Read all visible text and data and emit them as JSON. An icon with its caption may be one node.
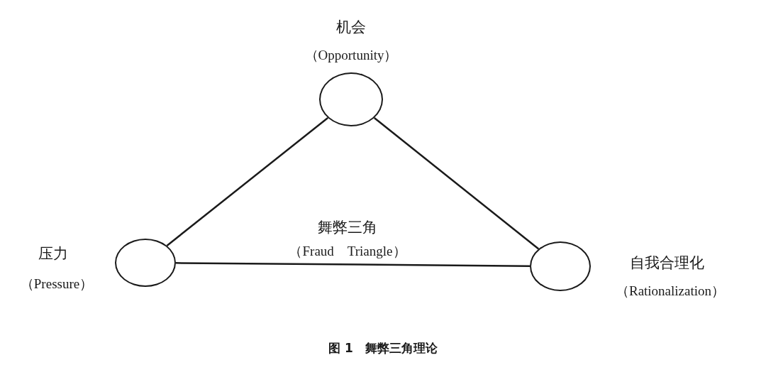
{
  "diagram": {
    "caption": "图 1　舞弊三角理论",
    "nodes": [
      {
        "text": [],
        "shape": "circle",
        "beside": [
          "机会",
          "（Opportunity）"
        ]
      },
      {
        "text": [],
        "shape": "circle",
        "beside": [
          "压力",
          "（Pressure）"
        ]
      },
      {
        "text": [],
        "shape": "circle",
        "beside": [
          "自我合理化",
          "（Rationalization）"
        ]
      }
    ],
    "edges": [
      {
        "from": 1,
        "to": 0,
        "arrow": "none"
      },
      {
        "from": 0,
        "to": 2,
        "arrow": "none"
      },
      {
        "from": 1,
        "to": 2,
        "arrow": "none"
      }
    ],
    "labels": [
      "舞弊三角",
      "（Fraud　Triangle）"
    ]
  }
}
